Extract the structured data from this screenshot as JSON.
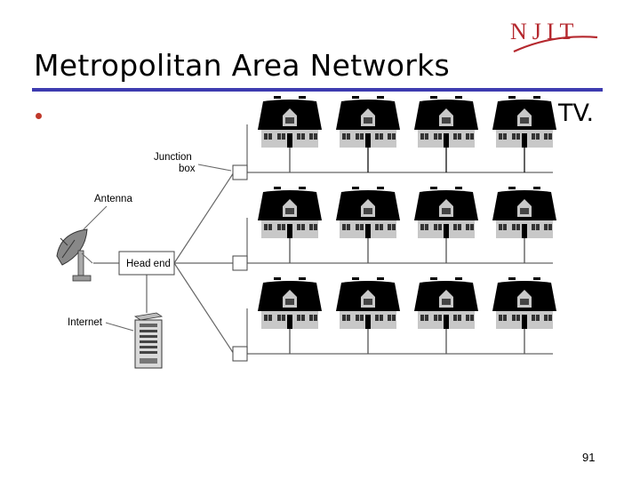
{
  "slide": {
    "title": "Metropolitan Area Networks",
    "bullet_text_tail": "TV.",
    "page_number": "91"
  },
  "logo": {
    "text": "NJIT"
  },
  "diagram": {
    "labels": {
      "junction_box": "Junction\nbox",
      "antenna": "Antenna",
      "head_end": "Head end",
      "internet": "Internet"
    },
    "rows": 3,
    "houses_per_row": 4
  },
  "colors": {
    "rule": "#3d3bb0",
    "bullet": "#c0392b",
    "logo": "#b5282e",
    "roof": "#000000",
    "house_body": "#c8c8c8"
  }
}
